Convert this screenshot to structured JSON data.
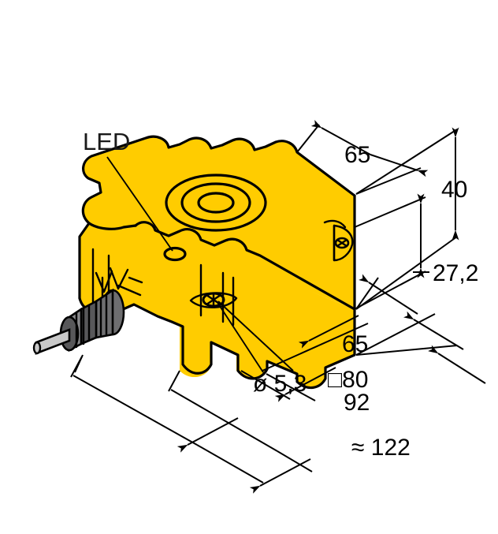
{
  "drawing": {
    "title": "Inductive sensor dimensional drawing",
    "background_color": "#FFFFFF",
    "body_color": "#FFCC00",
    "outline_color": "#000000",
    "connector_color": "#58585A",
    "cable_color": "#C9C9C9"
  },
  "callouts": {
    "led": "LED",
    "hole_diameter": "ø 5,3",
    "square_face": "□80"
  },
  "dimensions": {
    "depth_top": "65",
    "height_total": "40",
    "height_partial": "27,2",
    "width_body": "65",
    "length_body": "92",
    "length_overall": "≈ 122"
  }
}
